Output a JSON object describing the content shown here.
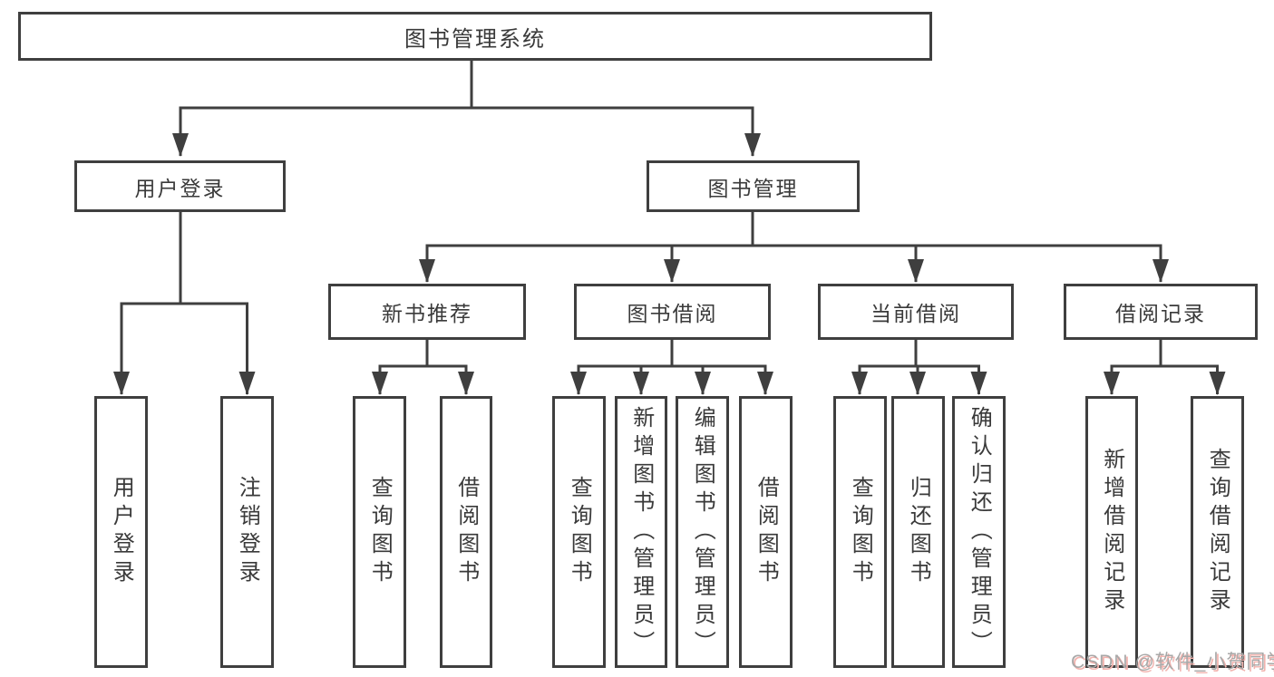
{
  "diagram_title": "图书管理系统",
  "colors": {
    "line": "#3f3f3f",
    "box_border": "#3f3f3f",
    "box_fill": "#ffffff",
    "text": "#3a3a3a",
    "watermark_text": "#a8a8a8",
    "watermark_shadow": "#f2b3ae",
    "background": "#ffffff"
  },
  "tree": {
    "root": {
      "label": "图书管理系统"
    },
    "children": [
      {
        "label": "用户登录",
        "children": [
          {
            "label": "用户登录"
          },
          {
            "label": "注销登录"
          }
        ]
      },
      {
        "label": "图书管理",
        "children": [
          {
            "label": "新书推荐",
            "children": [
              {
                "label": "查询图书"
              },
              {
                "label": "借阅图书"
              }
            ]
          },
          {
            "label": "图书借阅",
            "children": [
              {
                "label": "查询图书"
              },
              {
                "label": "新增图书（管理员）"
              },
              {
                "label": "编辑图书（管理员）"
              },
              {
                "label": "借阅图书"
              }
            ]
          },
          {
            "label": "当前借阅",
            "children": [
              {
                "label": "查询图书"
              },
              {
                "label": "归还图书"
              },
              {
                "label": "确认归还（管理员）"
              }
            ]
          },
          {
            "label": "借阅记录",
            "children": [
              {
                "label": "新增借阅记录"
              },
              {
                "label": "查询借阅记录"
              }
            ]
          }
        ]
      }
    ]
  },
  "watermark": {
    "text": "CSDN @软件_小贺同学"
  }
}
